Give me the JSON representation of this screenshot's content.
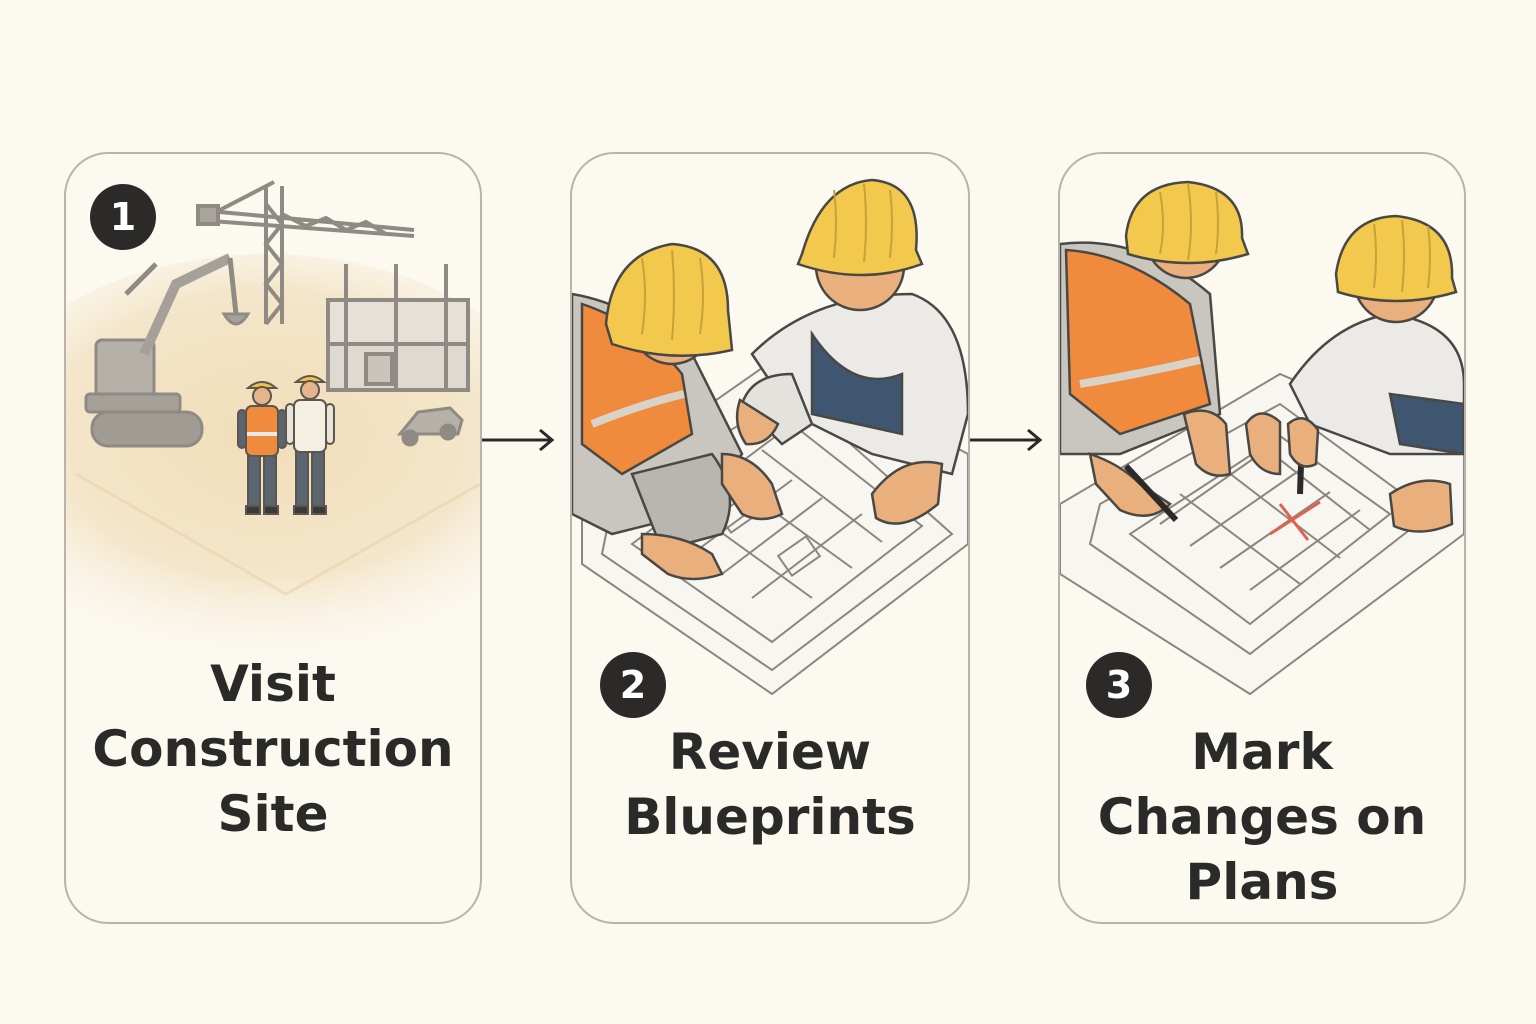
{
  "colors": {
    "background": "#fcf9f1",
    "card_border": "#b9b4ab",
    "badge": "#2b2a28",
    "text": "#2a2a28",
    "hard_hat": "#f2c94c",
    "safety_vest": "#f08a3c",
    "mark": "#e4604a"
  },
  "steps": [
    {
      "number": "1",
      "title_lines": [
        "Visit",
        "Construction",
        "Site"
      ],
      "illustration": "construction-site-with-crane-excavator-and-workers"
    },
    {
      "number": "2",
      "title_lines": [
        "Review",
        "Blueprints"
      ],
      "illustration": "two-workers-reviewing-blueprints"
    },
    {
      "number": "3",
      "title_lines": [
        "Mark",
        "Changes on",
        "Plans"
      ],
      "illustration": "workers-marking-changes-on-plans"
    }
  ],
  "connectors": [
    "arrow-right-icon",
    "arrow-right-icon"
  ]
}
